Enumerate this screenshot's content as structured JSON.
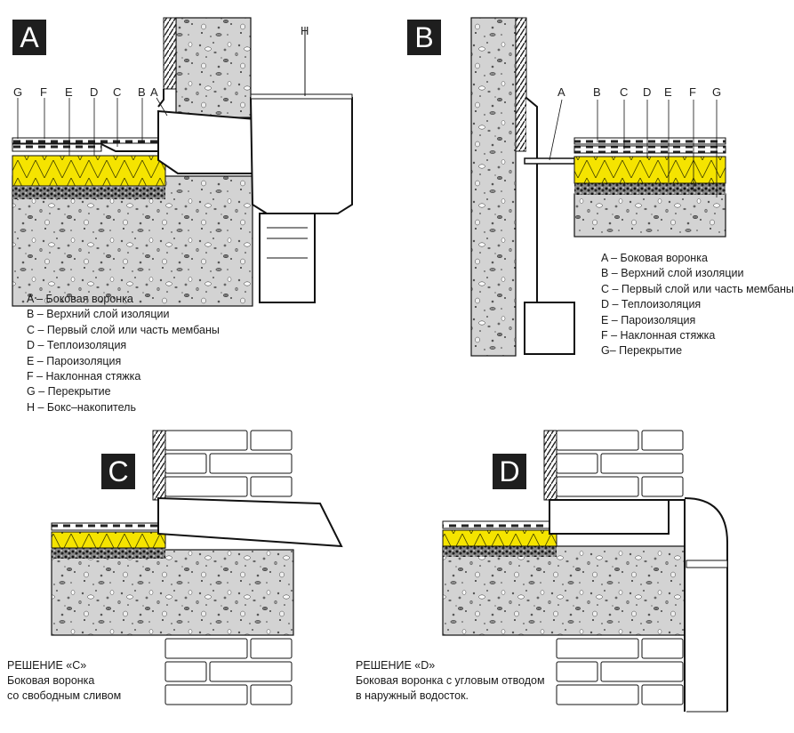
{
  "panels": {
    "a": {
      "badge": "A",
      "letters": [
        "G",
        "F",
        "E",
        "D",
        "C",
        "B",
        "A",
        "H"
      ],
      "legend": [
        "A – Боковая воронка",
        "B – Верхний слой изоляции",
        "C – Первый слой или часть мембаны",
        "D – Теплоизоляция",
        "E – Пароизоляция",
        "F – Наклонная стяжка",
        "G – Перекрытие",
        "H – Бокс–накопитель"
      ]
    },
    "b": {
      "badge": "B",
      "letters": [
        "A",
        "B",
        "C",
        "D",
        "E",
        "F",
        "G"
      ],
      "legend": [
        "A – Боковая воронка",
        "B – Верхний слой изоляции",
        "C – Первый слой или часть мембаны",
        "D – Теплоизоляция",
        "E – Пароизоляция",
        "F – Наклонная стяжка",
        "G– Перекрытие"
      ]
    },
    "c": {
      "badge": "C",
      "caption": [
        "РЕШЕНИЕ «С»",
        "Боковая воронка",
        "со свободным сливом"
      ]
    },
    "d": {
      "badge": "D",
      "caption": [
        "РЕШЕНИЕ «D»",
        "Боковая воронка с угловым отводом",
        "в наружный водосток."
      ]
    }
  },
  "colors": {
    "concrete": "#d3d3d3",
    "insulation": "#f5e400",
    "ink": "#1a1a1a",
    "badge": "#1e1e1e"
  }
}
